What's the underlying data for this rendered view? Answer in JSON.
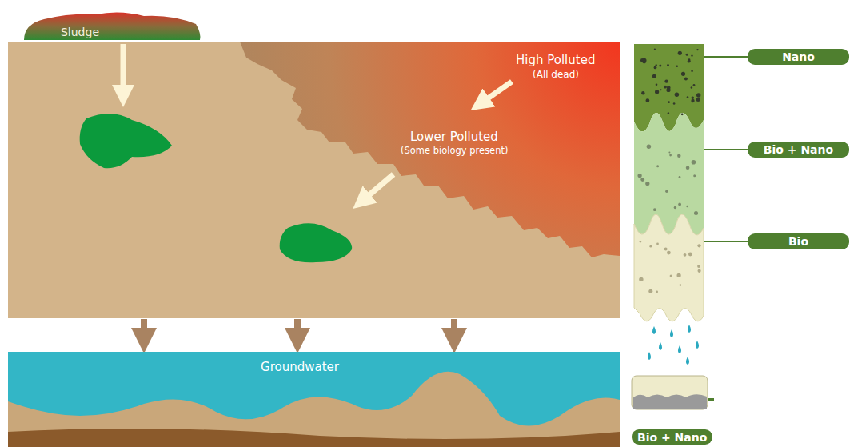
{
  "diagram": {
    "nodes": [
      {
        "text": [
          "Sludge"
        ]
      },
      {
        "text": [
          "Groundwater"
        ]
      },
      {
        "text": [
          "Nano"
        ]
      },
      {
        "text": [
          "Bio + Nano"
        ]
      },
      {
        "text": [
          "Bio"
        ]
      },
      {
        "text": [
          "Bio + Nano"
        ]
      }
    ],
    "labels": [
      "High Polluted",
      "(All dead)",
      "Lower Polluted",
      "(Some biology present)"
    ]
  }
}
